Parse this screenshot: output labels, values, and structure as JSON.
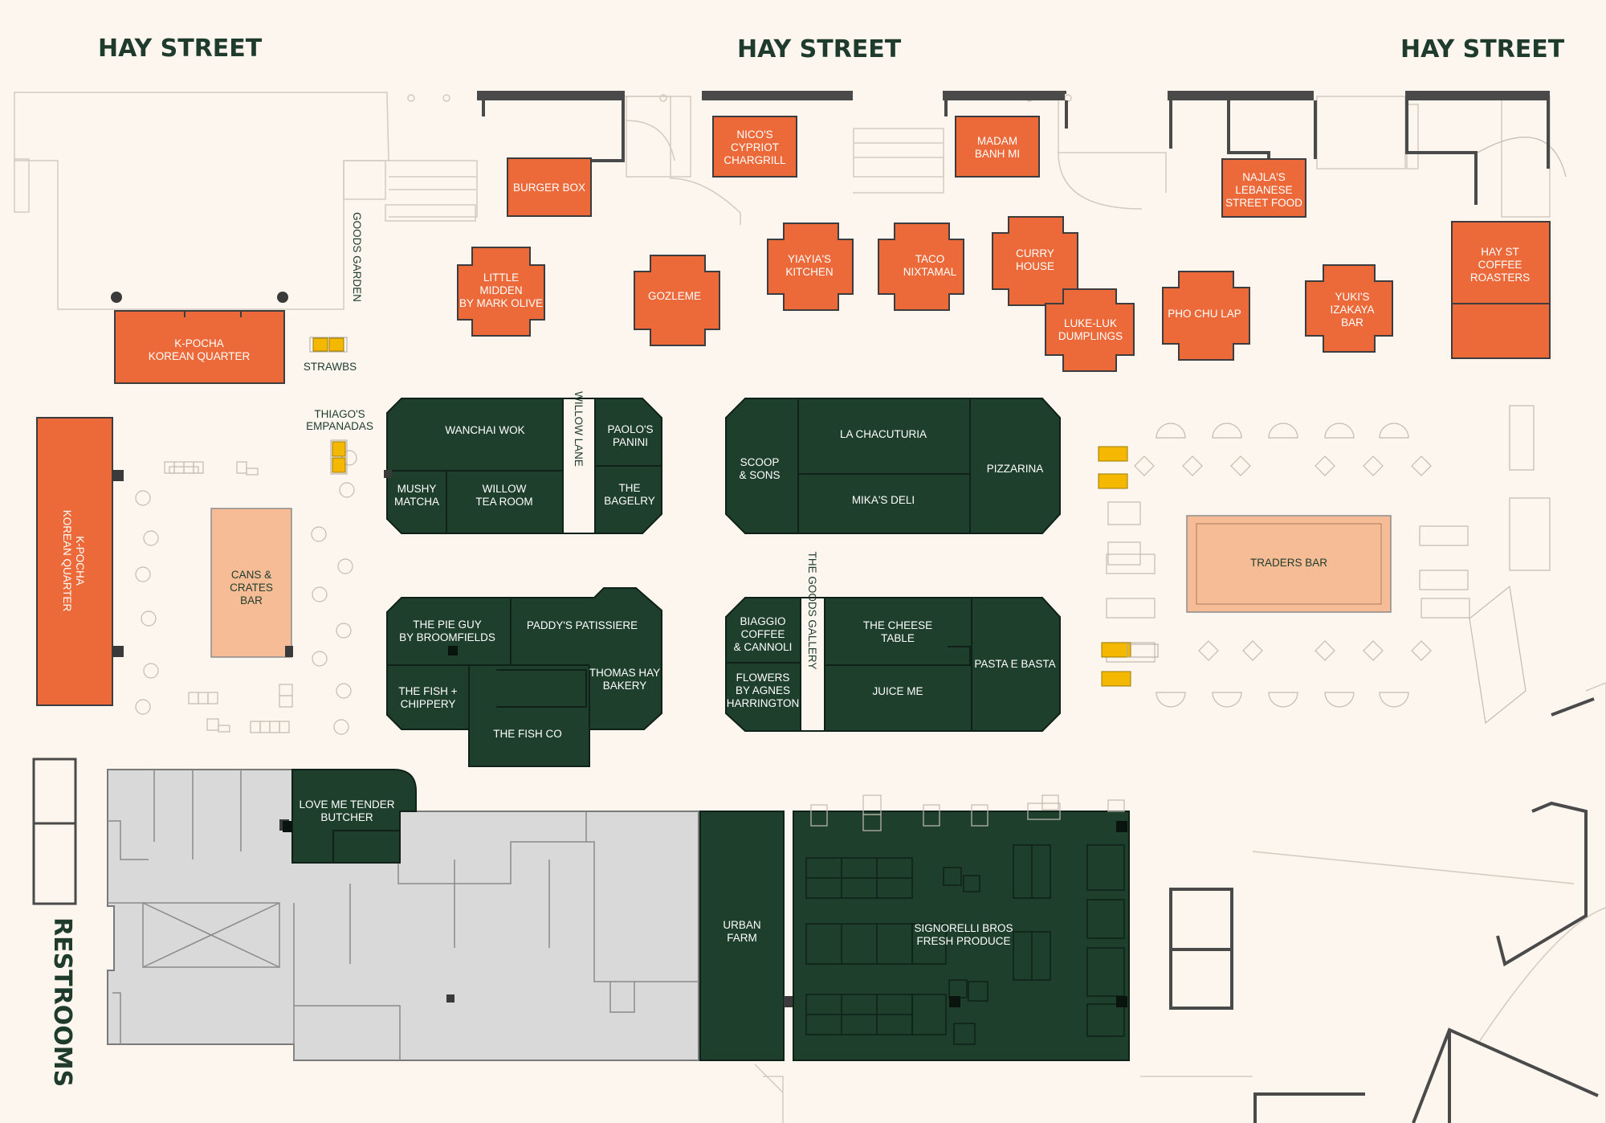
{
  "streets": {
    "left": "HAY STREET",
    "center": "HAY STREET",
    "right": "HAY STREET"
  },
  "restrooms": "RESTROOMS",
  "lanes": {
    "goods_garden": "GOODS GARDEN",
    "willow_lane": "WILLOW LANE",
    "goods_gallery": "THE GOODS GALLERY"
  },
  "stalls": {
    "burger_box": "BURGER BOX",
    "nicos_1": "NICO'S",
    "nicos_2": "CYPRIOT",
    "nicos_3": "CHARGRILL",
    "madam_1": "MADAM",
    "madam_2": "BANH MI",
    "najlas_1": "NAJLA'S",
    "najlas_2": "LEBANESE",
    "najlas_3": "STREET FOOD",
    "little_1": "LITTLE",
    "little_2": "MIDDEN",
    "little_3": "BY MARK OLIVE",
    "gozleme": "GOZLEME",
    "yiayias_1": "YIAYIA'S",
    "yiayias_2": "KITCHEN",
    "taco_1": "TACO",
    "taco_2": "NIXTAMAL",
    "curry_1": "CURRY",
    "curry_2": "HOUSE",
    "lukeluk_1": "LUKE-LUK",
    "lukeluk_2": "DUMPLINGS",
    "pho": "PHO CHU LAP",
    "yukis_1": "YUKI'S",
    "yukis_2": "IZAKAYA",
    "yukis_3": "BAR",
    "hayst_1": "HAY ST",
    "hayst_2": "COFFEE",
    "hayst_3": "ROASTERS",
    "kpocha_top_1": "K-POCHA",
    "kpocha_top_2": "KOREAN QUARTER",
    "kpocha_side_1": "K-POCHA",
    "kpocha_side_2": "KOREAN QUARTER",
    "strawbs": "STRAWBS",
    "thiagos_1": "THIAGO'S",
    "thiagos_2": "EMPANADAS",
    "cans_1": "CANS &",
    "cans_2": "CRATES",
    "cans_3": "BAR",
    "wanchai": "WANCHAI WOK",
    "paolos_1": "PAOLO'S",
    "paolos_2": "PANINI",
    "mushy_1": "MUSHY",
    "mushy_2": "MATCHA",
    "willow_1": "WILLOW",
    "willow_2": "TEA ROOM",
    "bagelry_1": "THE",
    "bagelry_2": "BAGELRY",
    "scoop_1": "SCOOP",
    "scoop_2": "& SONS",
    "chacuturia": "LA CHACUTURIA",
    "mikas": "MIKA'S DELI",
    "pizzarina": "PIZZARINA",
    "pieguy_1": "THE PIE GUY",
    "pieguy_2": "BY BROOMFIELDS",
    "paddys": "PADDY'S PATISSIERE",
    "fishchip_1": "THE FISH +",
    "fishchip_2": "CHIPPERY",
    "thomas_1": "THOMAS HAY",
    "thomas_2": "BAKERY",
    "fishco": "THE FISH CO",
    "biaggio_1": "BIAGGIO",
    "biaggio_2": "COFFEE",
    "biaggio_3": "& CANNOLI",
    "flowers_1": "FLOWERS",
    "flowers_2": "BY AGNES",
    "flowers_3": "HARRINGTON",
    "cheese_1": "THE CHEESE",
    "cheese_2": "TABLE",
    "juice": "JUICE ME",
    "pasta": "PASTA E BASTA",
    "traders": "TRADERS BAR",
    "lovemetender_1": "LOVE ME TENDER",
    "lovemetender_2": "BUTCHER",
    "urban_1": "URBAN",
    "urban_2": "FARM",
    "signorelli_1": "SIGNORELLI BROS",
    "signorelli_2": "FRESH PRODUCE"
  },
  "colors": {
    "background": "#fdf6ee",
    "stall_orange": "#ec6a3a",
    "stall_green": "#1f3f2d",
    "bar_peach": "#f6bc96",
    "restricted_grey": "#d9d9d9",
    "marker_yellow": "#f5b800",
    "street_text": "#1e3b2c"
  }
}
